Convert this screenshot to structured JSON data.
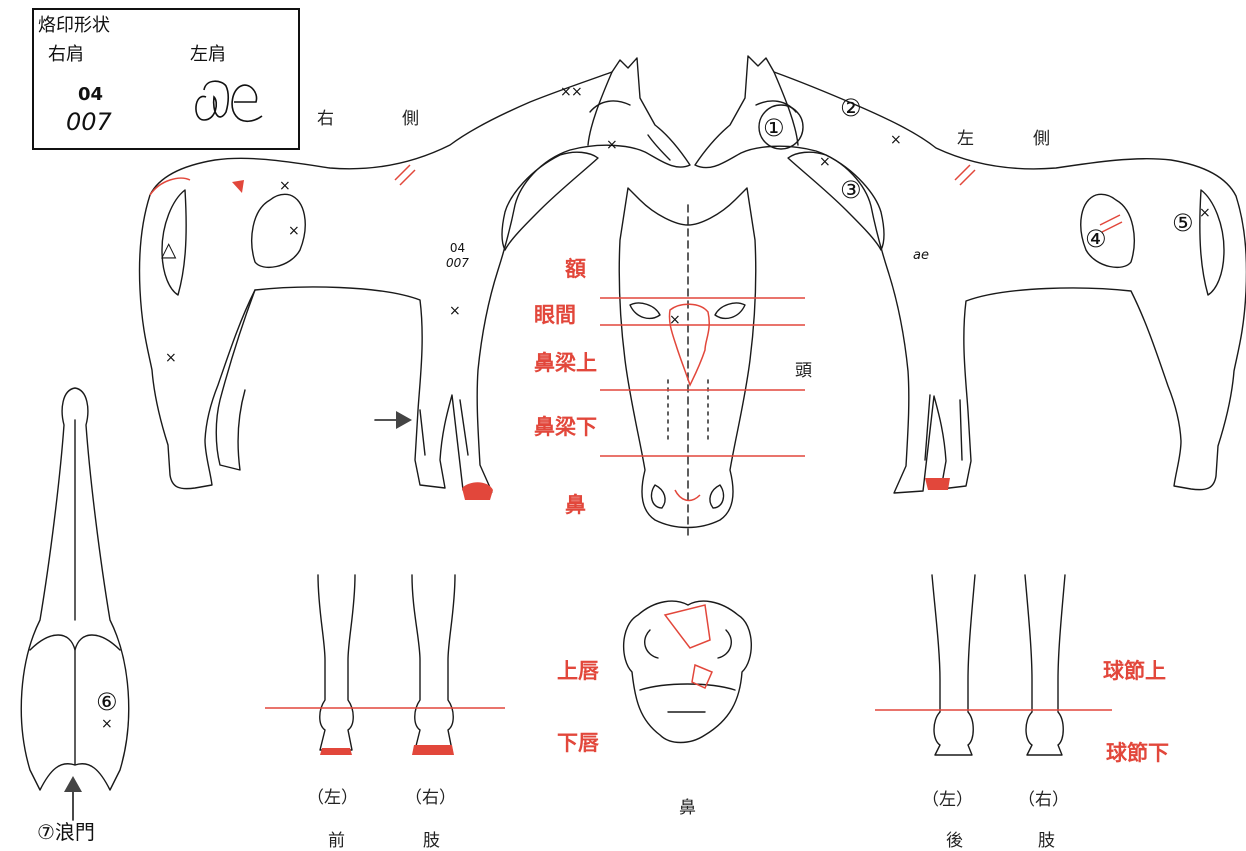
{
  "brand": {
    "title": "烙印形状",
    "right_shoulder": "右肩",
    "left_shoulder": "左肩",
    "code_line1": "04",
    "code_line2": "007"
  },
  "side_labels": {
    "right_side_1": "右",
    "right_side_2": "側",
    "left_side_1": "左",
    "left_side_2": "側",
    "head": "頭"
  },
  "body_brand": {
    "line1": "04",
    "line2": "007",
    "left_symbol": "ae"
  },
  "face_zones": [
    "額",
    "眼間",
    "鼻梁上",
    "鼻梁下",
    "鼻"
  ],
  "lip_zones": [
    "上唇",
    "下唇"
  ],
  "fetlock_zones": [
    "球節上",
    "球節下"
  ],
  "markers": {
    "m1": "①",
    "m2": "②",
    "m3": "③",
    "m4": "④",
    "m5": "⑤",
    "m6": "⑥",
    "m7": "⑦浪門",
    "triangle": "△",
    "x": "×"
  },
  "bottom_labels": {
    "fore_left": "（左）",
    "fore_right": "（右）",
    "fore_1": "前",
    "fore_2": "肢",
    "nose": "鼻",
    "hind_left": "（左）",
    "hind_right": "（右）",
    "hind_1": "後",
    "hind_2": "肢"
  },
  "colors": {
    "accent_red": "#e2473b",
    "line": "#1a1a1a"
  }
}
